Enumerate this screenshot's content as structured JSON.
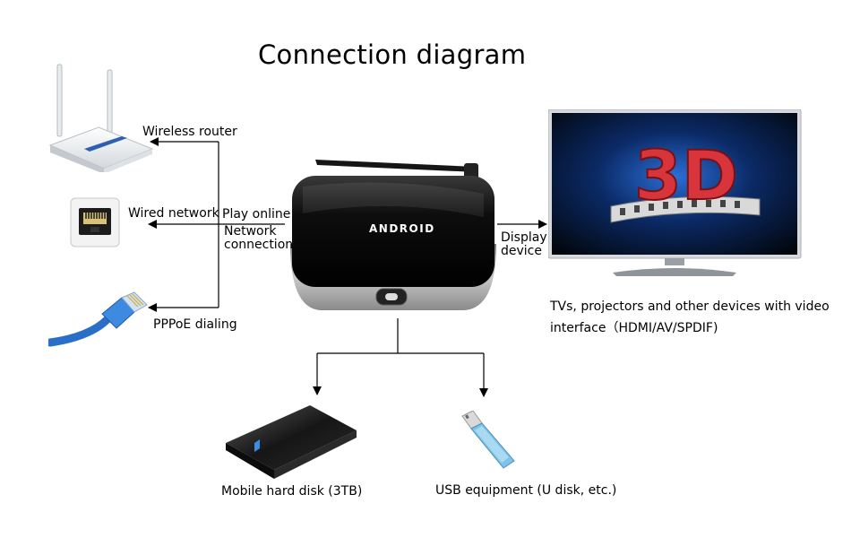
{
  "title": "Connection diagram",
  "center_device": {
    "brand": "ANDROID"
  },
  "labels": {
    "wireless_router": "Wireless router",
    "wired_network": "Wired network",
    "pppoe": "PPPoE dialing",
    "play_online": "Play online",
    "network_connection_1": "Network",
    "network_connection_2": "connection",
    "display_device_1": "Display",
    "display_device_2": "device",
    "tv_caption_1": "TVs, projectors and other devices with video",
    "tv_caption_2": "interface（HDMI/AV/SPDIF)",
    "hard_disk": "Mobile hard disk (3TB)",
    "usb": "USB equipment (U disk, etc.)"
  },
  "tv_screen_text": "3D"
}
